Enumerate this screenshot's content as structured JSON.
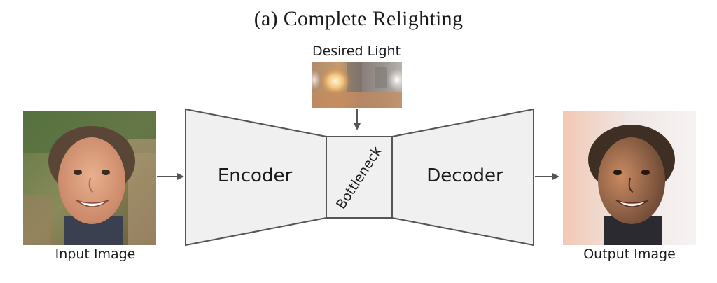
{
  "title": "(a) Complete Relighting",
  "desired_light": {
    "label": "Desired Light"
  },
  "input": {
    "label": "Input Image"
  },
  "output": {
    "label": "Output Image"
  },
  "network": {
    "encoder_label": "Encoder",
    "bottleneck_label": "Bottleneck",
    "decoder_label": "Decoder"
  },
  "colors": {
    "block_fill": "#f0f0f0",
    "block_stroke": "#555555",
    "arrow": "#555555"
  }
}
